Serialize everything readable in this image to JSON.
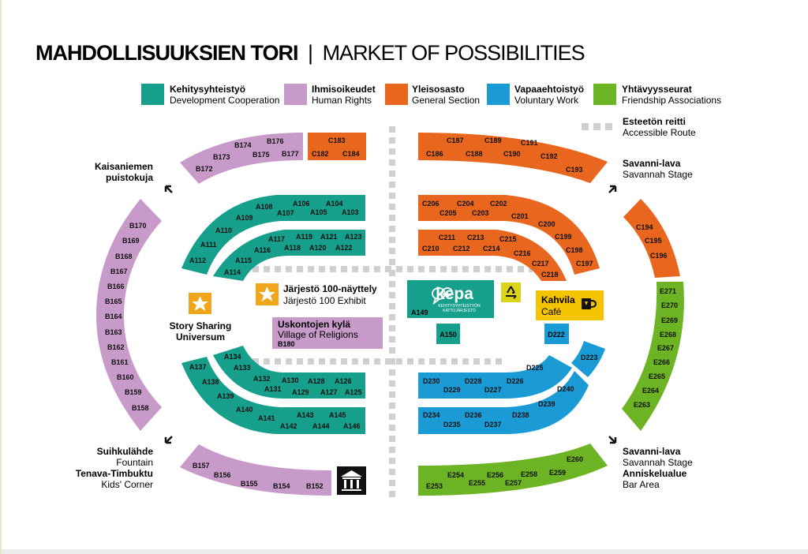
{
  "title": {
    "main": "MAHDOLLISUUKSIEN TORI",
    "separator": "|",
    "sub": "MARKET OF POSSIBILITIES"
  },
  "colors": {
    "development": "#16a08c",
    "human_rights": "#c79ac9",
    "general": "#e8661e",
    "voluntary": "#1b9bd6",
    "friendship": "#6db425",
    "accessible": "#d0d0d0",
    "cafe": "#f5c400",
    "recycle": "#d9d31a",
    "star": "#f0a51a"
  },
  "legend": [
    {
      "key": "development",
      "fi": "Kehitysyhteistyö",
      "en": "Development Cooperation"
    },
    {
      "key": "human_rights",
      "fi": "Ihmisoikeudet",
      "en": "Human Rights"
    },
    {
      "key": "general",
      "fi": "Yleisosasto",
      "en": "General Section"
    },
    {
      "key": "voluntary",
      "fi": "Vapaaehtoistyö",
      "en": "Voluntary Work"
    },
    {
      "key": "friendship",
      "fi": "Yhtävyysseurat",
      "en": "Friendship Associations"
    }
  ],
  "accessible_route": {
    "fi": "Esteetön reitti",
    "en": "Accessible Route"
  },
  "places": {
    "kaisaniemi": [
      "Kaisaniemen",
      "puistokuja"
    ],
    "savanni_top": [
      "Savanni-lava",
      "Savannah Stage"
    ],
    "story_sharing": [
      "Story Sharing",
      "Universum"
    ],
    "exhibit": [
      "Järjestö 100-näyttely",
      "Järjestö 100 Exhibit"
    ],
    "religions": [
      "Uskontojen kylä",
      "Village of Religions",
      "B180"
    ],
    "kepa": {
      "logo": "kepa",
      "line1": "KEHITYSYHTEISTYÖN",
      "line2": "KATTOJÄRJESTÖ",
      "booth": "A149"
    },
    "cafe": [
      "Kahvila",
      "Café"
    ],
    "a150": "A150",
    "d222": "D222",
    "fountain": [
      "Suihkulähde",
      "Fountain",
      "Tenava-Timbuktu",
      "Kids' Corner"
    ],
    "savanni_bottom": [
      "Savanni-lava",
      "Savannah Stage",
      "Anniskelualue",
      "Bar Area"
    ]
  },
  "booths": {
    "b_top": [
      "B172",
      "B173",
      "B174",
      "B175",
      "B176",
      "B177"
    ],
    "c_top1": [
      "C183",
      "C182",
      "C184"
    ],
    "c_top2": [
      "C187",
      "C189",
      "C191",
      "C186",
      "C188",
      "C190",
      "C192",
      "C193"
    ],
    "a_outer_top": [
      "A108",
      "A106",
      "A104",
      "A109",
      "A107",
      "A105",
      "A103",
      "A110",
      "A111",
      "A112"
    ],
    "a_inner_top": [
      "A117",
      "A119",
      "A121",
      "A123",
      "A116",
      "A118",
      "A120",
      "A122",
      "A115",
      "A114"
    ],
    "c_outer_mid": [
      "C206",
      "C204",
      "C202",
      "C205",
      "C203",
      "C201",
      "C200",
      "C199",
      "C198",
      "C197"
    ],
    "c_inner_mid": [
      "C211",
      "C213",
      "C215",
      "C210",
      "C212",
      "C214",
      "C216",
      "C217",
      "C218"
    ],
    "b_left": [
      "B170",
      "B169",
      "B168",
      "B167",
      "B166",
      "B165",
      "B164",
      "B163",
      "B162",
      "B161",
      "B160",
      "B159",
      "B158"
    ],
    "c_right": [
      "C194",
      "C195",
      "C196"
    ],
    "e_right": [
      "E271",
      "E270",
      "E269",
      "E268",
      "E267",
      "E266",
      "E265",
      "E264",
      "E263"
    ],
    "a_inner_bot": [
      "A134",
      "A133",
      "A132",
      "A130",
      "A128",
      "A126",
      "A131",
      "A129",
      "A127",
      "A125"
    ],
    "a_outer_bot": [
      "A137",
      "A138",
      "A139",
      "A140",
      "A141",
      "A143",
      "A145",
      "A142",
      "A144",
      "A146"
    ],
    "d_inner_bot": [
      "D225",
      "D230",
      "D228",
      "D226",
      "D229",
      "D227"
    ],
    "d_outer_bot": [
      "D240",
      "D239",
      "D234",
      "D236",
      "D238",
      "D235",
      "D237"
    ],
    "d_small": [
      "D223"
    ],
    "b_bottom": [
      "B157",
      "B156",
      "B155",
      "B154",
      "B152"
    ],
    "e_bottom": [
      "E260",
      "E254",
      "E256",
      "E258",
      "E259",
      "E255",
      "E257",
      "E253"
    ]
  }
}
